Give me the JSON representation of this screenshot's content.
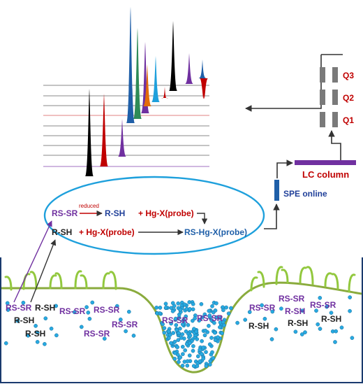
{
  "quadrupole": {
    "labels": [
      "Q3",
      "Q2",
      "Q1"
    ],
    "label_color": "#c00000"
  },
  "lc_column": {
    "label": "LC column",
    "label_color": "#c00000",
    "bar_color": "#7030a0"
  },
  "spe": {
    "label": "SPE online",
    "label_color": "#1f3f99",
    "bar_color": "#1f5fa8"
  },
  "reaction": {
    "rs_sr": "RS-SR",
    "reduced": "reduced",
    "r_sh_product": "R-SH",
    "probe_1": "+ Hg-X(probe)",
    "r_sh_reactant": "R-SH",
    "probe_2": "+ Hg-X(probe)",
    "product": "RS-Hg-X(probe)",
    "ellipse_color": "#1ea0dc"
  },
  "sample": {
    "left_labels": [
      {
        "text": "RS-SR",
        "color": "#7030a0"
      },
      {
        "text": "R-SH",
        "color": "#222222"
      },
      {
        "text": "R-SH",
        "color": "#222222"
      },
      {
        "text": "RS-SR",
        "color": "#7030a0"
      },
      {
        "text": "R-SH",
        "color": "#222222"
      },
      {
        "text": "RS-SR",
        "color": "#7030a0"
      },
      {
        "text": "RS-SR",
        "color": "#7030a0"
      },
      {
        "text": "RS-SR",
        "color": "#7030a0"
      }
    ],
    "middle_labels": [
      {
        "text": "RS-SR",
        "color": "#7030a0"
      },
      {
        "text": "RS-SR",
        "color": "#7030a0"
      }
    ],
    "right_labels": [
      {
        "text": "RS-SR",
        "color": "#7030a0"
      },
      {
        "text": "RS-SR",
        "color": "#7030a0"
      },
      {
        "text": "RS-SR",
        "color": "#7030a0"
      },
      {
        "text": "R-SH",
        "color": "#7030a0"
      },
      {
        "text": "R-SH",
        "color": "#222222"
      },
      {
        "text": "R-SH",
        "color": "#222222"
      },
      {
        "text": "R-SH",
        "color": "#222222"
      }
    ],
    "dot_color": "#27a9e1",
    "grass_color": "#92c83e",
    "surface_color": "#8aab3d"
  },
  "chromatogram": {
    "peak_colors": [
      "#000000",
      "#c00000",
      "#7030a0",
      "#1f5fa8",
      "#2e8b57",
      "#7030a0",
      "#e36c09",
      "#1ea0dc",
      "#c00000",
      "#000000",
      "#7030a0",
      "#1f5fa8",
      "#c00000"
    ]
  }
}
